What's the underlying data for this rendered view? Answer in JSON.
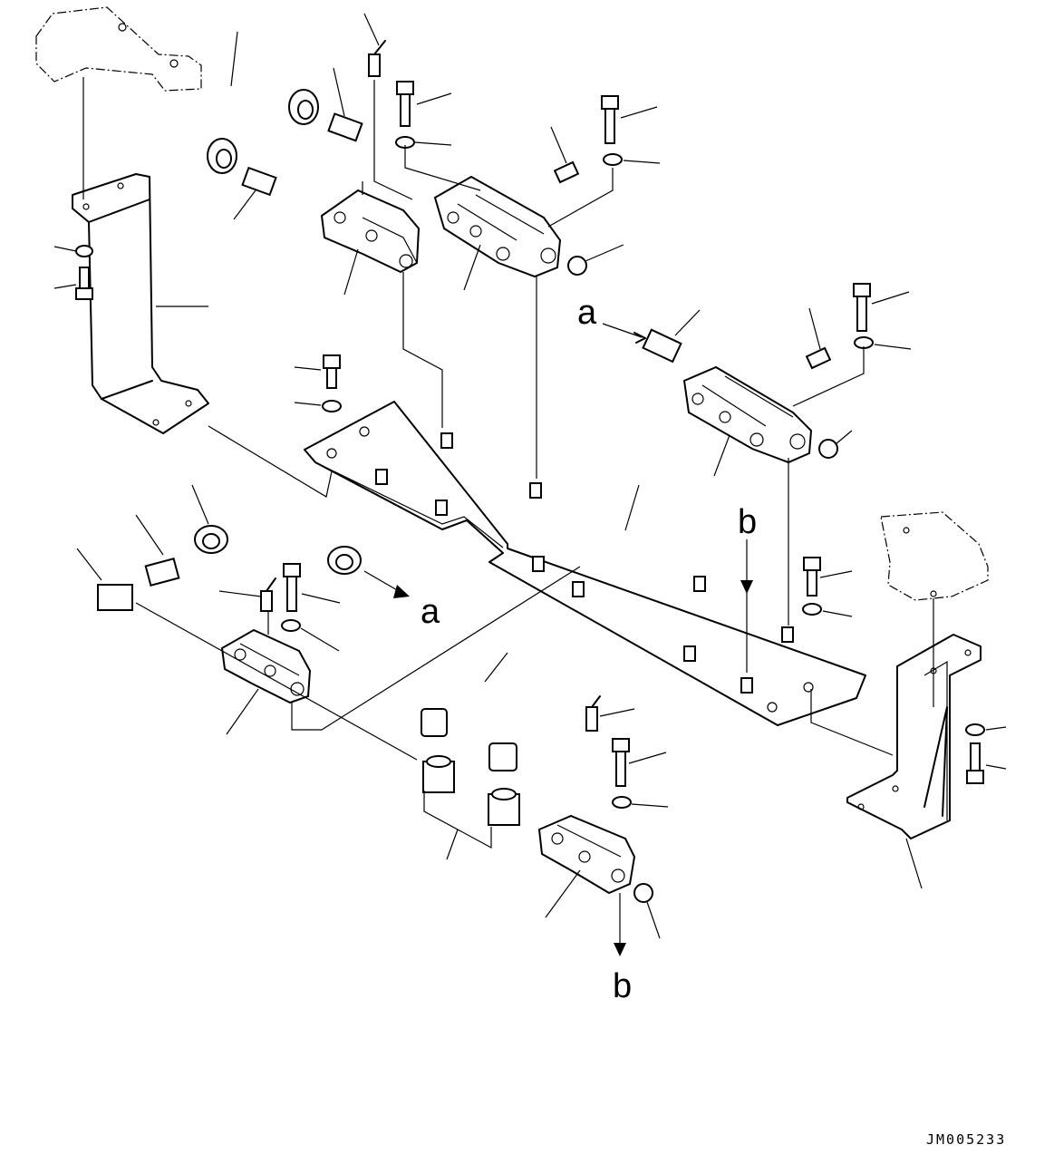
{
  "diagram": {
    "view_labels": [
      "a",
      "a",
      "b",
      "b"
    ],
    "drawing_code": "JM005233"
  }
}
